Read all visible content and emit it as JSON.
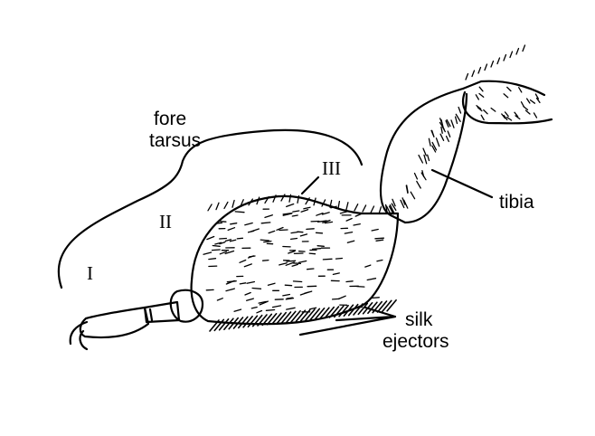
{
  "labels": {
    "fore": "fore",
    "tarsus": "tarsus",
    "segment_1": "I",
    "segment_2": "II",
    "segment_3": "III",
    "tibia": "tibia",
    "silk": "silk",
    "ejectors": "ejectors"
  },
  "colors": {
    "ink": "#000000",
    "background": "#ffffff"
  }
}
